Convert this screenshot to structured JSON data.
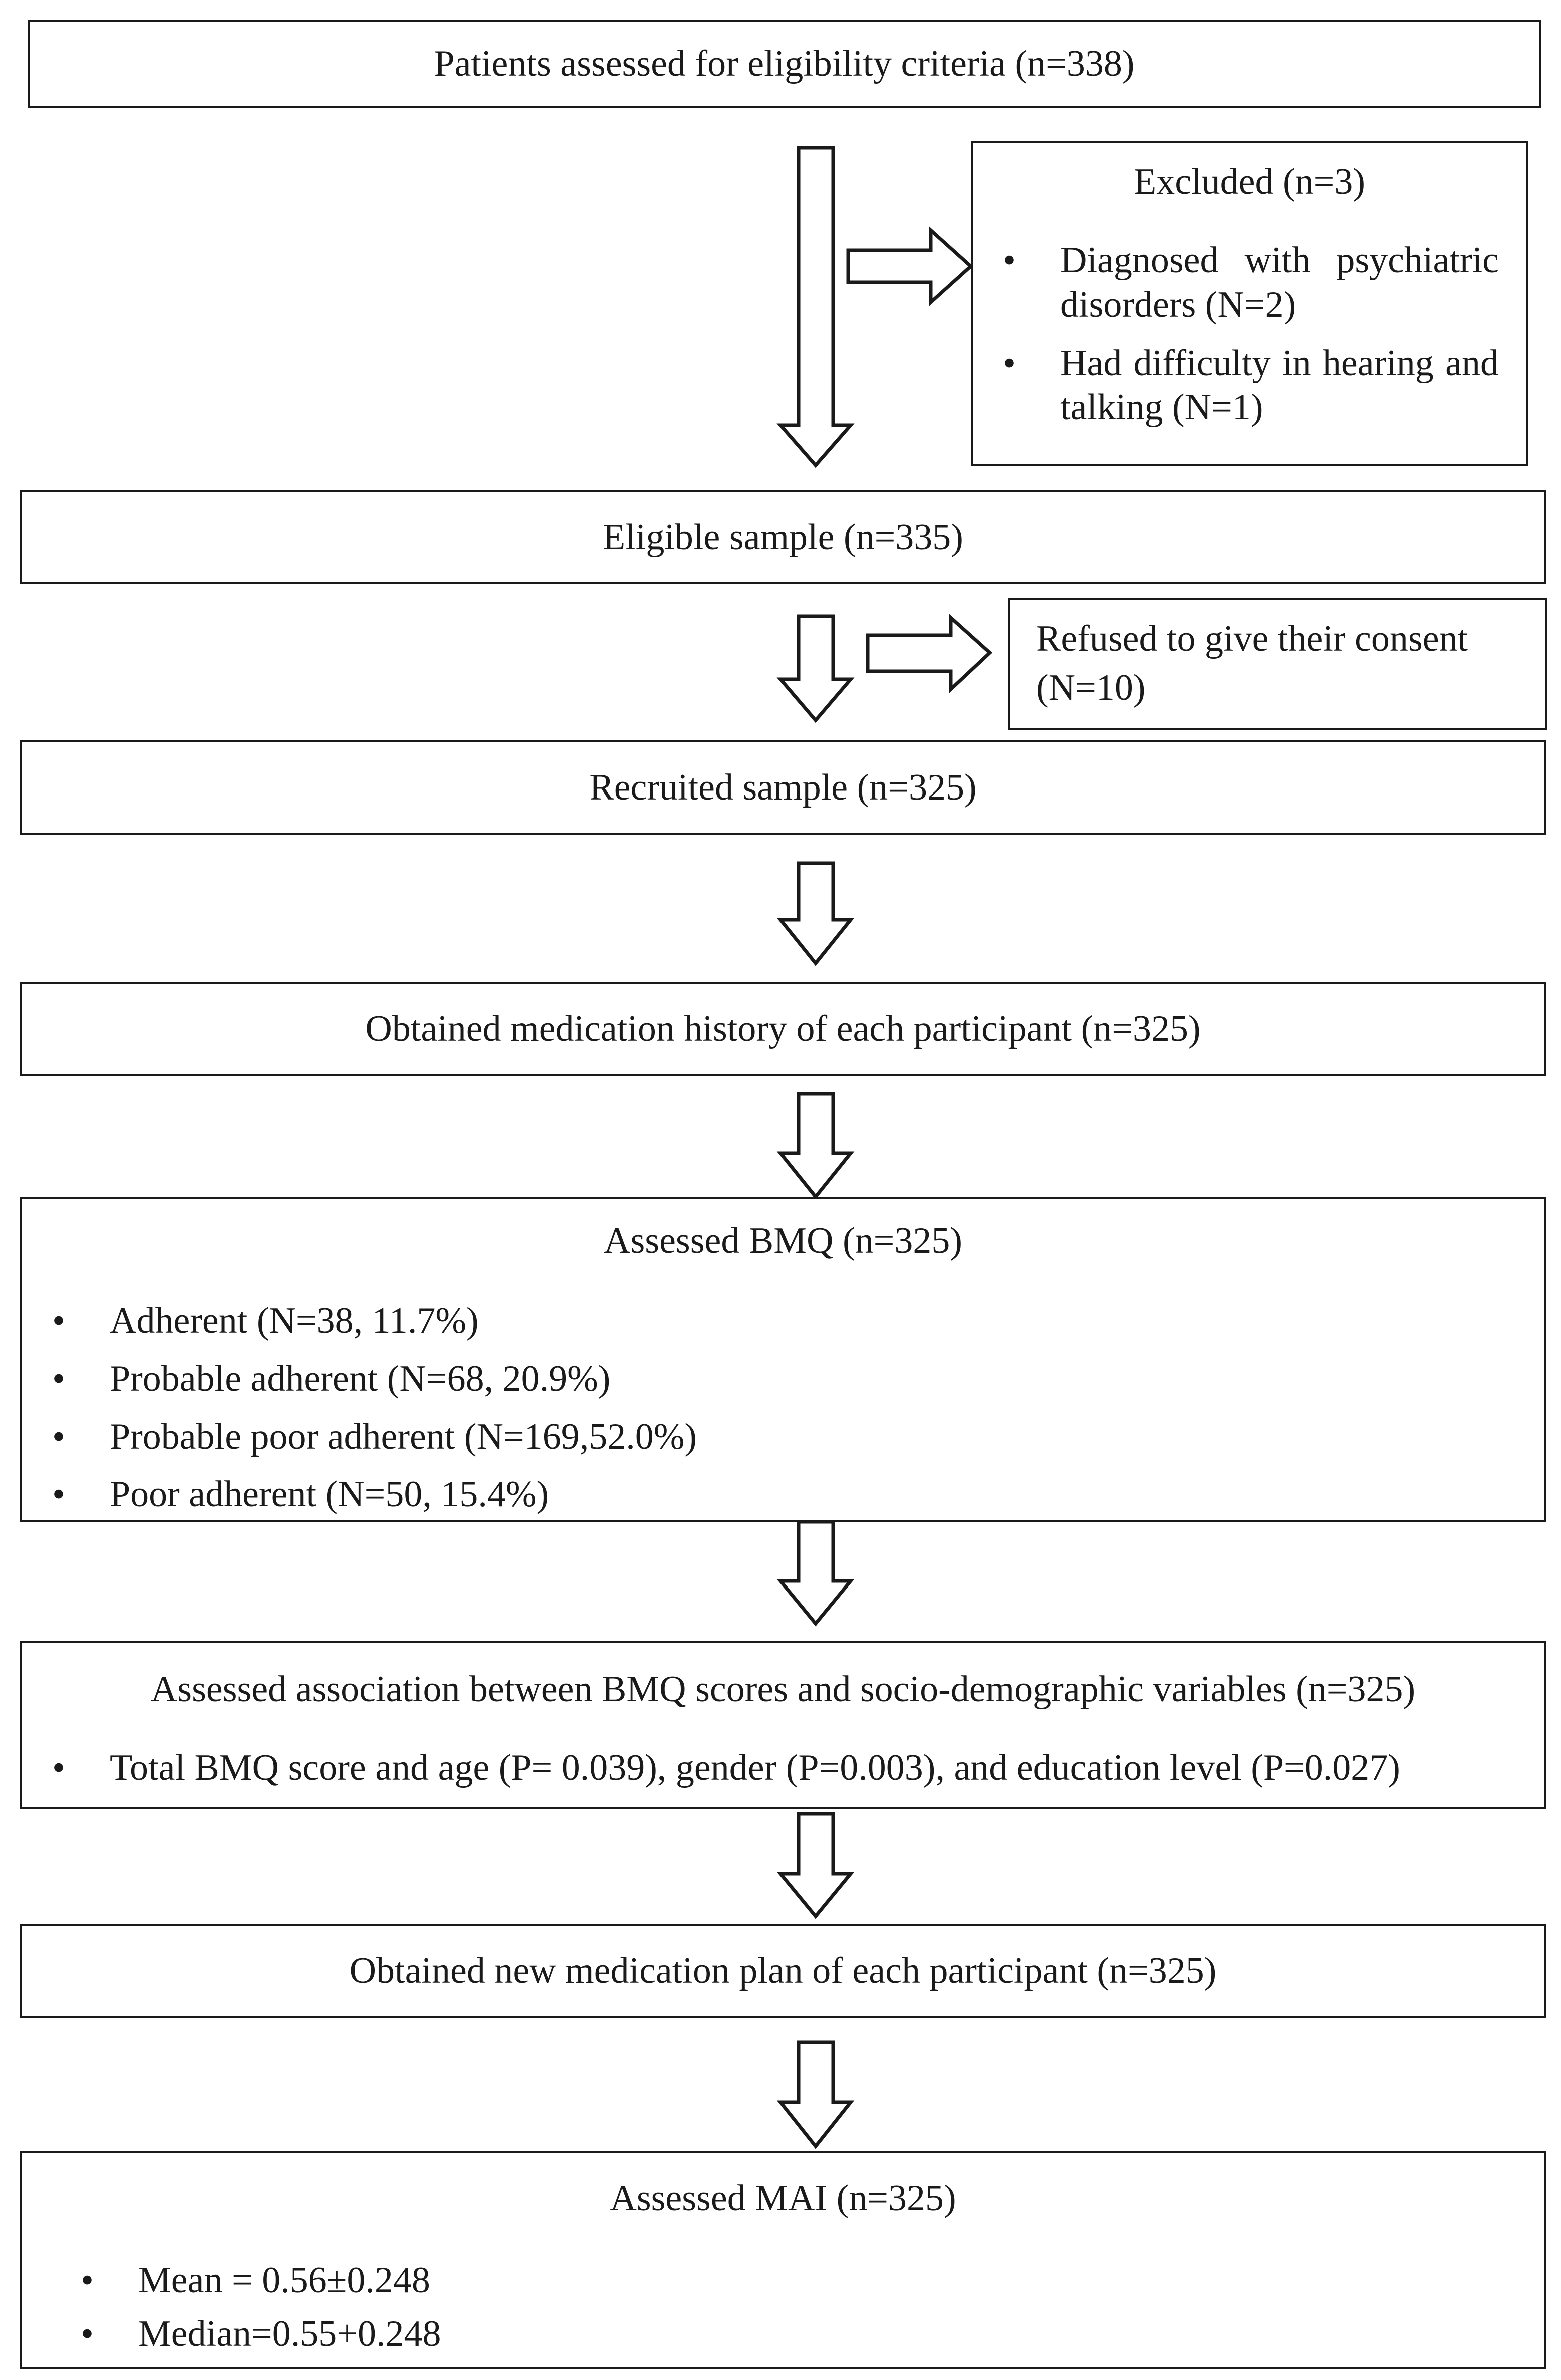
{
  "flowchart": {
    "assessed": {
      "label": "Patients assessed for eligibility criteria (n=338)"
    },
    "excluded": {
      "title": "Excluded (n=3)",
      "items": [
        "Diagnosed with psychiatric disorders (N=2)",
        "Had difficulty in hearing and talking (N=1)"
      ]
    },
    "eligible": {
      "label": "Eligible sample (n=335)"
    },
    "refused": {
      "label": "Refused to give their consent (N=10)"
    },
    "recruited": {
      "label": "Recruited sample (n=325)"
    },
    "history": {
      "label": "Obtained medication history of each participant (n=325)"
    },
    "bmq": {
      "title": "Assessed BMQ (n=325)",
      "items": [
        "Adherent (N=38, 11.7%)",
        "Probable adherent (N=68, 20.9%)",
        "Probable poor adherent (N=169,52.0%)",
        "Poor adherent (N=50, 15.4%)"
      ]
    },
    "association": {
      "title": "Assessed association between BMQ scores and socio-demographic variables (n=325)",
      "items": [
        "Total BMQ score and age (P= 0.039), gender (P=0.003), and education level (P=0.027)"
      ]
    },
    "new_plan": {
      "label": "Obtained new medication plan of each participant (n=325)"
    },
    "mai": {
      "title": "Assessed MAI (n=325)",
      "items": [
        "Mean = 0.56±0.248",
        "Median=0.55+0.248"
      ]
    }
  }
}
